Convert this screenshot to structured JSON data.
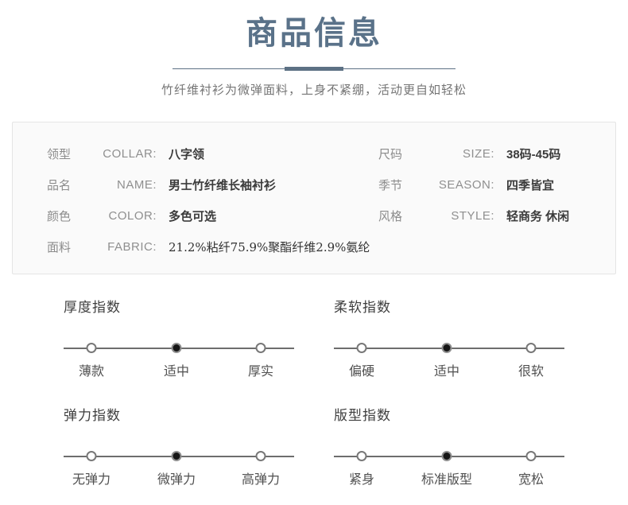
{
  "header": {
    "title": "商品信息",
    "subtitle": "竹纤维衬衫为微弹面料，上身不紧绷，活动更自如轻松"
  },
  "colors": {
    "accent": "#5a7289",
    "divider": "#5d7184",
    "value_text": "#3b3b3b",
    "label_text": "#8c8c8c"
  },
  "info_box": {
    "rows_left": [
      {
        "label_cn": "领型",
        "label_en": "COLLAR:",
        "value": "八字领"
      },
      {
        "label_cn": "品名",
        "label_en": "NAME:",
        "value": "男士竹纤维长袖衬衫"
      },
      {
        "label_cn": "颜色",
        "label_en": "COLOR:",
        "value": "多色可选"
      },
      {
        "label_cn": "面料",
        "label_en": "FABRIC:",
        "value": "21.2%粘纤75.9%聚酯纤维2.9%氨纶"
      }
    ],
    "rows_right": [
      {
        "label_cn": "尺码",
        "label_en": "SIZE:",
        "value": "38码-45码"
      },
      {
        "label_cn": "季节",
        "label_en": "SEASON:",
        "value": "四季皆宜"
      },
      {
        "label_cn": "风格",
        "label_en": "STYLE:",
        "value": "轻商务 休闲"
      }
    ]
  },
  "indexes": [
    {
      "title": "厚度指数",
      "options": [
        "薄款",
        "适中",
        "厚实"
      ],
      "selected": 1
    },
    {
      "title": "柔软指数",
      "options": [
        "偏硬",
        "适中",
        "很软"
      ],
      "selected": 1
    },
    {
      "title": "弹力指数",
      "options": [
        "无弹力",
        "微弹力",
        "高弹力"
      ],
      "selected": 1
    },
    {
      "title": "版型指数",
      "options": [
        "紧身",
        "标准版型",
        "宽松"
      ],
      "selected": 1
    }
  ]
}
